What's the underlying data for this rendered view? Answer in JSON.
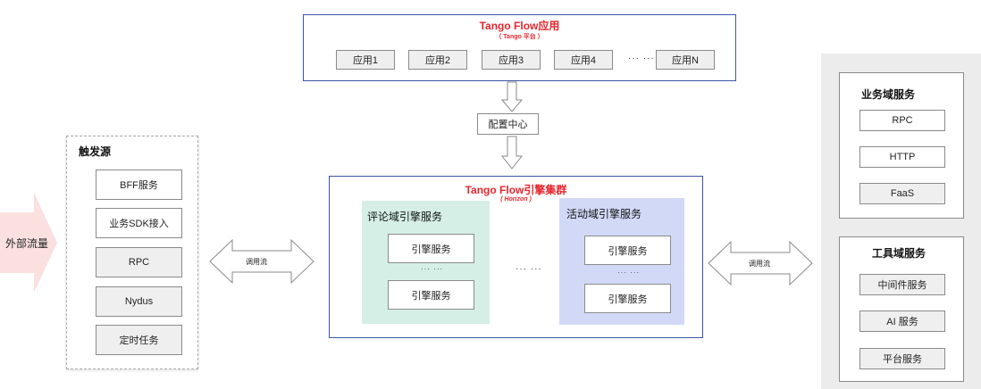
{
  "top_app": {
    "title": "Tango Flow应用",
    "subtitle": "（ Tango 平台 ）",
    "apps": [
      "应用1",
      "应用2",
      "应用3",
      "应用4"
    ],
    "ellipsis": "··· ···",
    "app_last": "应用N"
  },
  "config_center": "配置中心",
  "trigger": {
    "title": "触发源",
    "items": [
      "BFF服务",
      "业务SDK接入",
      "RPC",
      "Nydus",
      "定时任务"
    ]
  },
  "external_traffic": "外部流量",
  "call_flow_left": "调用流",
  "call_flow_right": "调用流",
  "engine_cluster": {
    "title": "Tango Flow引擎集群",
    "subtitle": "( Horizon )",
    "comment_domain": {
      "title": "评论域引擎服务",
      "service_top": "引擎服务",
      "ellipsis": "··· ···",
      "service_bottom": "引擎服务"
    },
    "middle_ellipsis": "··· ···",
    "activity_domain": {
      "title": "活动域引擎服务",
      "service_top": "引擎服务",
      "ellipsis": "··· ···",
      "service_bottom": "引擎服务"
    }
  },
  "business_domain": {
    "title": "业务域服务",
    "items": [
      "RPC",
      "HTTP",
      "FaaS"
    ]
  },
  "tool_domain": {
    "title": "工具域服务",
    "items": [
      "中间件服务",
      "AI 服务",
      "平台服务"
    ]
  },
  "colors": {
    "title_red": "#e8242b",
    "cluster_border": "#3b55a8",
    "comment_fill": "#d6efe6",
    "activity_fill": "#d2d9f7",
    "gray_fill": "#efefef",
    "right_panel_fill": "#ececec",
    "external_arrow": "#fbe0e0"
  }
}
